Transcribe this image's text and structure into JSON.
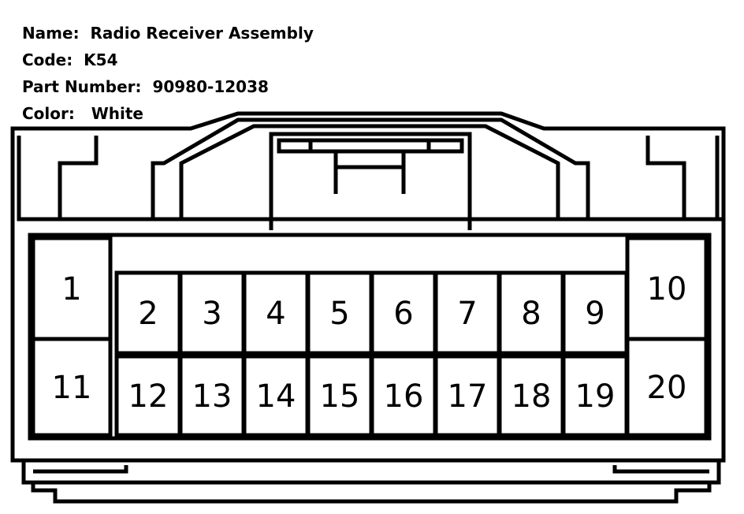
{
  "header": {
    "name_label": "Name:",
    "name_value": "Radio Receiver Assembly",
    "code_label": "Code:",
    "code_value": "K54",
    "part_label": "Part Number:",
    "part_value": "90980-12038",
    "color_label": "Color:",
    "color_value": "White"
  },
  "connector": {
    "stroke_color": "#000000",
    "pins": [
      "1",
      "2",
      "3",
      "4",
      "5",
      "6",
      "7",
      "8",
      "9",
      "10",
      "11",
      "12",
      "13",
      "14",
      "15",
      "16",
      "17",
      "18",
      "19",
      "20"
    ]
  }
}
